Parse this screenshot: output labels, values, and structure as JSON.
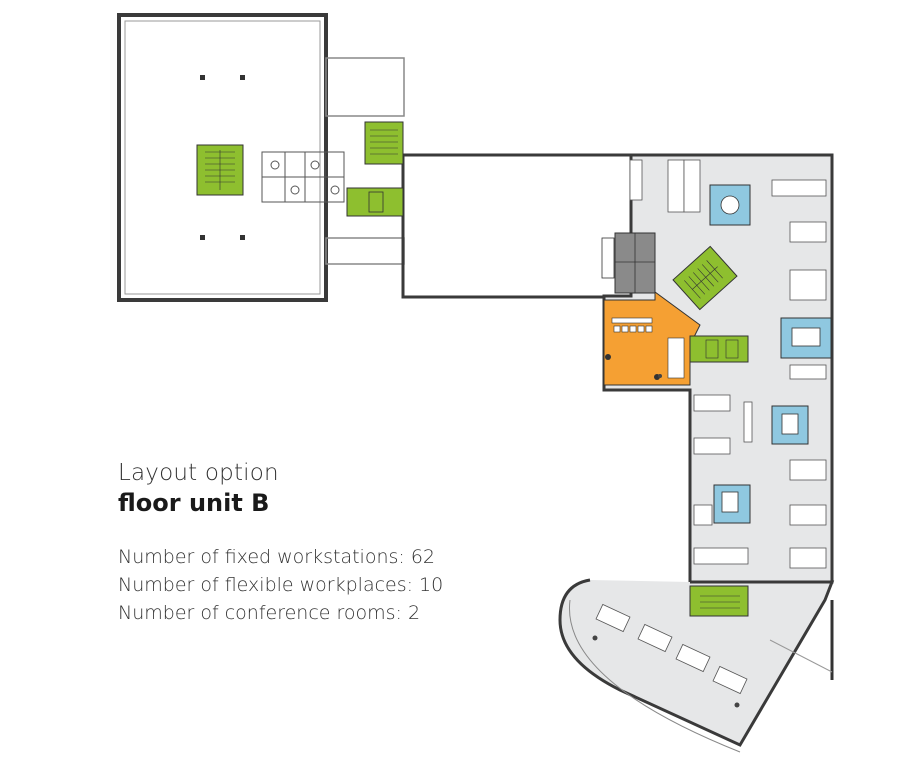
{
  "heading": {
    "line1": "Layout option",
    "line2": "floor unit B"
  },
  "stats": [
    {
      "label": "Number of fixed workstations:",
      "value": "62"
    },
    {
      "label": "Number of flexible workplaces:",
      "value": "10"
    },
    {
      "label": "Number of conference rooms:",
      "value": "2"
    }
  ],
  "colors": {
    "wall": "#3a3a3a",
    "floor": "#e6e7e8",
    "stair_green": "#8ebf2f",
    "conference_blue": "#8fc8e0",
    "kitchen_orange": "#f5a033",
    "core_gray": "#8a8a8a",
    "desk_fill": "#ffffff"
  }
}
